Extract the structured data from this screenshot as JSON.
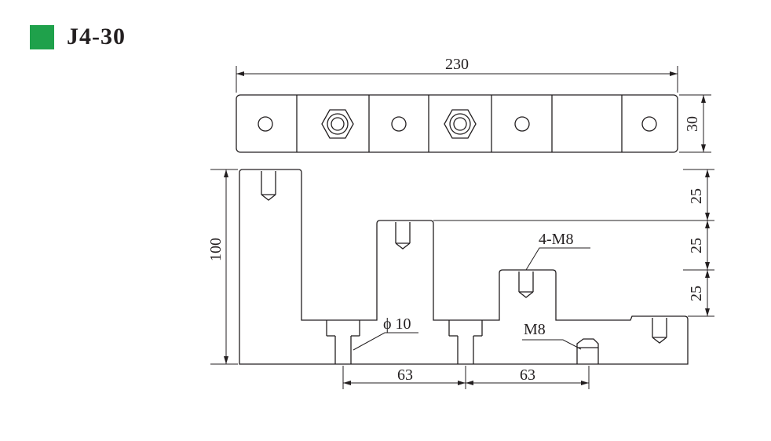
{
  "title": "J4-30",
  "title_color": "#1fa14b",
  "line_color": "#231f20",
  "dimensions": {
    "total_length": "230",
    "width": "30",
    "height": "100",
    "step_1": "25",
    "step_2": "25",
    "step_3": "25",
    "hole_pitch_1": "63",
    "hole_pitch_2": "63"
  },
  "callouts": {
    "hole_diameter": "ϕ 10",
    "top_threads": "4-M8",
    "stud_thread": "M8"
  }
}
